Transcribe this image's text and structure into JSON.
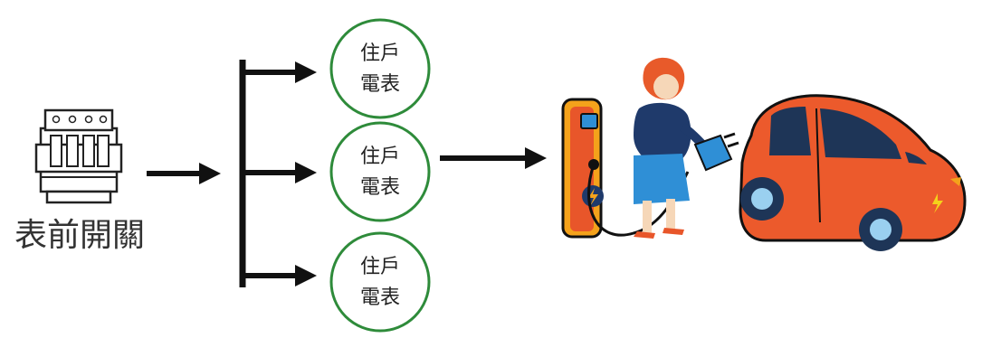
{
  "breaker": {
    "label": "表前開關"
  },
  "meters": [
    {
      "line1": "住戶",
      "line2": "電表"
    },
    {
      "line1": "住戶",
      "line2": "電表"
    },
    {
      "line1": "住戶",
      "line2": "電表"
    }
  ],
  "colors": {
    "circle_border": "#2e8b3a",
    "arrow": "#111111",
    "charger_body": "#f4a21b",
    "charger_accent": "#e8562a",
    "car_body": "#ec5a2c",
    "car_window": "#1e3557",
    "wheel": "#1e3557",
    "person_dress": "#1f3a6b",
    "person_skirt": "#2f8fd6",
    "person_hair": "#e85a2a"
  }
}
